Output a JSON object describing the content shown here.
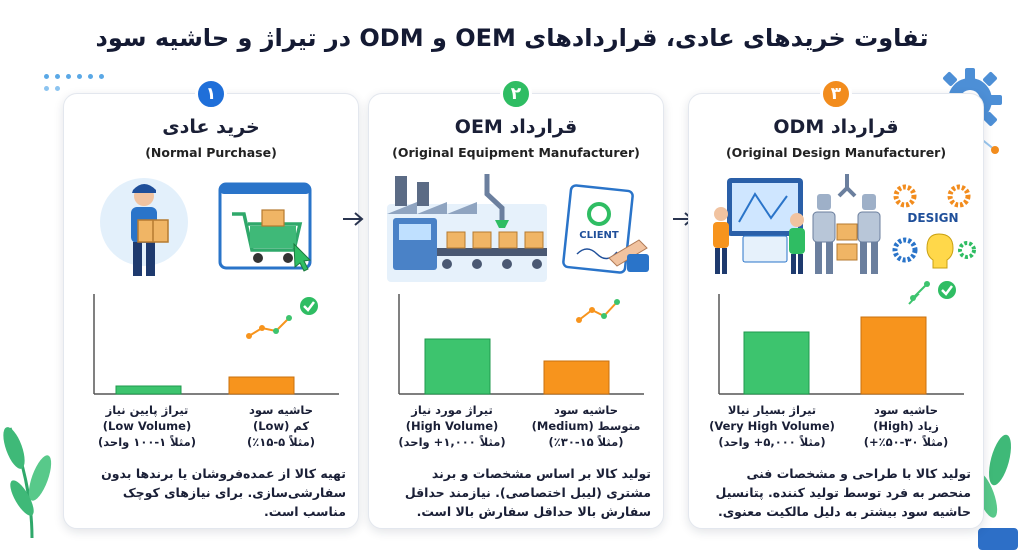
{
  "title": "تفاوت خریدهای عادی، قراردادهای OEM و ODM در تیراژ و حاشیه سود",
  "colors": {
    "blue": "#1f6fd9",
    "green": "#2fbd63",
    "orange": "#f28c1d",
    "bar_green": "#3dc46e",
    "bar_orange": "#f7941d",
    "check": "#2fbd63"
  },
  "panels": [
    {
      "number": "۱",
      "number_color": "#1f6fd9",
      "title": "خرید عادی",
      "subtitle": "(Normal Purchase)",
      "illustration_icons": [
        "worker-with-box-icon",
        "shopping-cart-icon",
        "cursor-icon"
      ],
      "volume": {
        "label": "تیراژ پایین نیاز",
        "en": "(Low Volume)",
        "example": "(مثلاً ۱-۱۰۰ واحد)",
        "level": 0.08
      },
      "margin": {
        "label": "حاشیه سود",
        "value": "کم (Low)",
        "example": "(مثلاً ۵-۱۵٪)",
        "level": 0.17
      },
      "description": "تهیه کالا از عمده‌فروشان یا برندها بدون سفارشی‌سازی. برای نیازهای کوچک مناسب است."
    },
    {
      "number": "۲",
      "number_color": "#2fbd63",
      "title": "قرارداد OEM",
      "subtitle": "(Original Equipment Manufacturer)",
      "illustration_icons": [
        "factory-conveyor-icon",
        "client-contract-icon",
        "pen-hand-icon"
      ],
      "volume": {
        "label": "تیراژ مورد نیاز",
        "en": "(High Volume)",
        "example": "(مثلاً ۱,۰۰۰+ واحد)",
        "level": 0.55
      },
      "margin": {
        "label": "حاشیه سود",
        "value": "متوسط (Medium)",
        "example": "(مثلاً ۱۵-۳۰٪)",
        "level": 0.33
      },
      "description": "تولید کالا بر اساس مشخصات و برند مشتری (لیبل اختصاصی). نیازمند حداقل سفارش بالا حداقل سفارش بالا است."
    },
    {
      "number": "۳",
      "number_color": "#f28c1d",
      "title": "قرارداد ODM",
      "subtitle": "(Original Design Manufacturer)",
      "illustration_icons": [
        "design-screen-icon",
        "robot-arm-icon",
        "design-gears-icon"
      ],
      "volume": {
        "label": "تیراژ بسیار نیالا",
        "en": "(Very High Volume)",
        "example": "(مثلاً ۵,۰۰۰+ واحد)",
        "level": 0.62
      },
      "margin": {
        "label": "حاشیه سود",
        "value": "زیاد (High)",
        "example": "(مثلاً ۳۰-۵۰٪+)",
        "level": 0.77
      },
      "description": "تولید کالا با طراحی و مشخصات فنی منحصر به فرد توسط تولید کننده. پتانسیل حاشیه سود بیشتر به دلیل مالکیت معنوی."
    }
  ]
}
